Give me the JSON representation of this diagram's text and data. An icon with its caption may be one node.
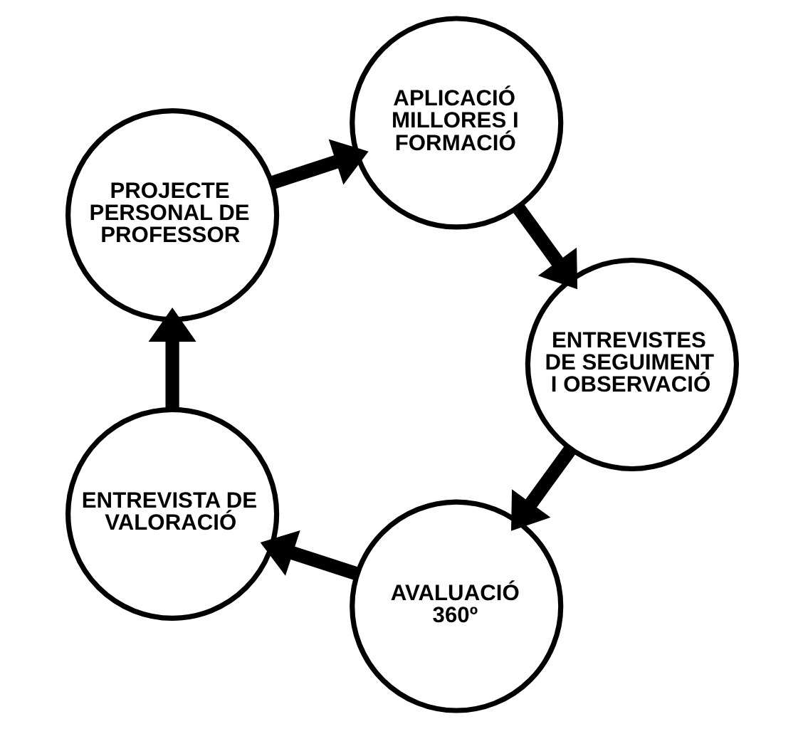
{
  "diagram": {
    "nodes": [
      {
        "text": [
          "AVALUACIÓ 360º"
        ]
      },
      {
        "text": [
          "ENTREVISTA DE VALORACIÓ"
        ]
      },
      {
        "text": [
          "PROJECTE PERSONAL DE PROFESSOR"
        ]
      },
      {
        "text": [
          "APLICACIÓ MILLORES I FORMACIÓ"
        ]
      },
      {
        "text": [
          "ENTREVISTES DE SEGUIMENT I OBSERVACIÓ"
        ]
      }
    ],
    "edges": [
      {
        "from": 0,
        "to": 1,
        "arrow": "to"
      },
      {
        "from": 1,
        "to": 2,
        "arrow": "to"
      },
      {
        "from": 2,
        "to": 3,
        "arrow": "to"
      },
      {
        "from": 3,
        "to": 4,
        "arrow": "to"
      },
      {
        "from": 4,
        "to": 0,
        "arrow": "to"
      }
    ]
  }
}
